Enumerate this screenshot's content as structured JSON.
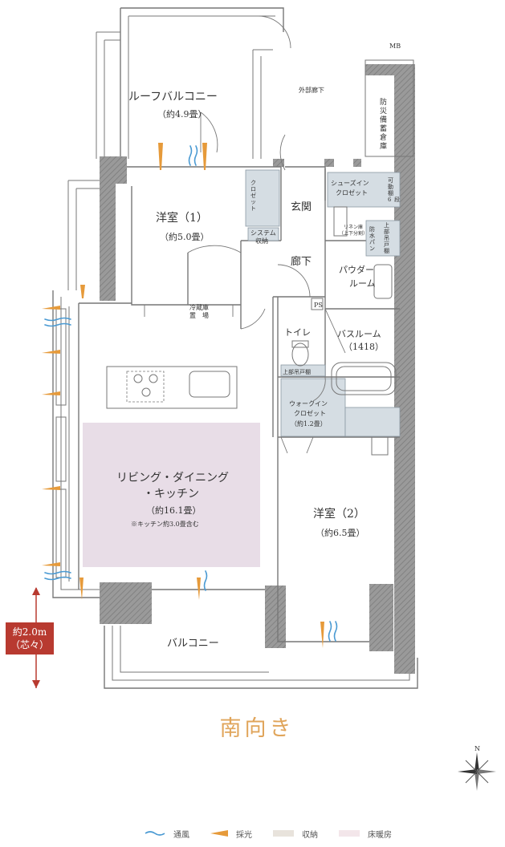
{
  "rooms": {
    "roof_balcony": {
      "name": "ルーフバルコニー",
      "size": "（約4.9畳）"
    },
    "outer_corridor": "外部廊下",
    "mb": "MB",
    "disaster_storage": [
      "防",
      "災",
      "備",
      "蓄",
      "倉",
      "庫"
    ],
    "closet_vertical": [
      "ク",
      "ロ",
      "ゼ",
      "ッ",
      "ト"
    ],
    "western1": {
      "name": "洋室（1）",
      "size": "（約5.0畳）"
    },
    "system_storage": [
      "システム",
      "収納"
    ],
    "entrance": "玄関",
    "shoes_in": [
      "シューズイン",
      "クロゼット"
    ],
    "movable_shelf": [
      "可",
      "動",
      "棚",
      "6",
      "段"
    ],
    "linen": [
      "リネン庫",
      "（上下分割）"
    ],
    "waterproof_pan": [
      "防",
      "水",
      "パ",
      "ン"
    ],
    "upper_cabinet_v": [
      "上",
      "部",
      "吊",
      "戸",
      "棚"
    ],
    "hallway": "廊下",
    "powder": [
      "パウダー",
      "ルーム"
    ],
    "ps": "PS",
    "fridge": [
      "冷蔵庫",
      "置　場"
    ],
    "toilet": "トイレ",
    "bath": [
      "バスルーム",
      "（1418）"
    ],
    "upper_cabinet": "上部吊戸棚",
    "wic": [
      "ウォークイン",
      "クロゼット",
      "（約1.2畳）"
    ],
    "ldk": {
      "line1": "リビング・ダイニング",
      "line2": "・キッチン",
      "size": "（約16.1畳）",
      "note": "※キッチン約3.0畳含む"
    },
    "western2": {
      "name": "洋室（2）",
      "size": "（約6.5畳）"
    },
    "balcony": "バルコニー"
  },
  "dimension": {
    "value": "約2.0m",
    "note": "（芯々）"
  },
  "orientation": "南向き",
  "compass_label": "N",
  "legend": {
    "ventilation": "通風",
    "daylight": "採光",
    "storage": "収納",
    "floor_heating": "床暖房"
  },
  "colors": {
    "floor_heating": "#e8dde7",
    "storage": "#d5dde3",
    "wall": "#8a8a8a",
    "daylight": "#e69a3a",
    "ventilation": "#4a9ad3",
    "accent_red": "#b83a30",
    "orientation_text": "#e0a55b"
  }
}
